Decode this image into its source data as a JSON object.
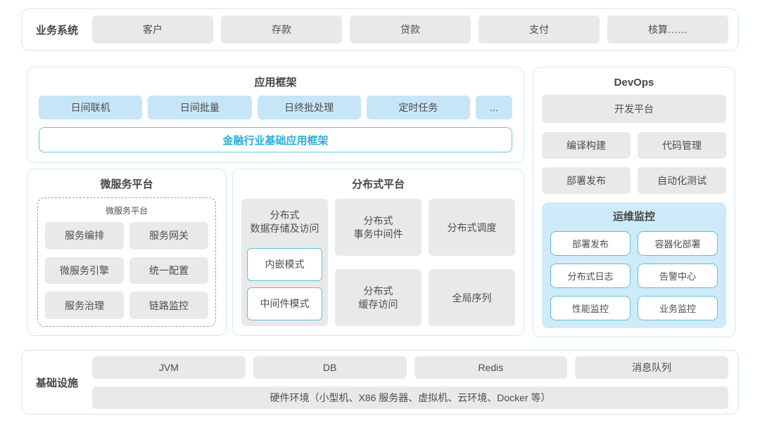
{
  "colors": {
    "panel_border": "#cfeaf4",
    "gray_box": "#e9e9e9",
    "blue_box": "#c6e5f6",
    "monitor_panel_bg": "#cfeaf8",
    "accent_border": "#5cbedd",
    "accent_text": "#2aaed8",
    "text": "#4d4d4d"
  },
  "business_system": {
    "label": "业务系统",
    "items": [
      "客户",
      "存款",
      "贷款",
      "支付",
      "核算……"
    ]
  },
  "app_framework": {
    "title": "应用框架",
    "modules": [
      "日间联机",
      "日间批量",
      "日终批处理",
      "定时任务",
      "..."
    ],
    "base_framework": "金融行业基础应用框架"
  },
  "devops": {
    "title": "DevOps",
    "dev_platform": "开发平台",
    "tools": [
      "编译构建",
      "代码管理",
      "部署发布",
      "自动化测试"
    ],
    "monitoring": {
      "title": "运维监控",
      "items": [
        "部署发布",
        "容器化部署",
        "分布式日志",
        "告警中心",
        "性能监控",
        "业务监控"
      ]
    }
  },
  "microservice_platform": {
    "title": "微服务平台",
    "inner_label": "微服务平台",
    "items": [
      "服务编排",
      "服务网关",
      "微服务引擎",
      "统一配置",
      "服务治理",
      "链路监控"
    ]
  },
  "distributed_platform": {
    "title": "分布式平台",
    "storage": {
      "title": "分布式\n数据存储及访问",
      "modes": [
        "内嵌模式",
        "中间件模式"
      ]
    },
    "cells": [
      "分布式\n事务中间件",
      "分布式调度",
      "分布式\n缓存访问",
      "全局序列"
    ]
  },
  "infrastructure": {
    "label": "基础设施",
    "items": [
      "JVM",
      "DB",
      "Redis",
      "消息队列"
    ],
    "hardware": "硬件环境（小型机、X86 服务器、虚拟机、云环境、Docker 等）"
  }
}
